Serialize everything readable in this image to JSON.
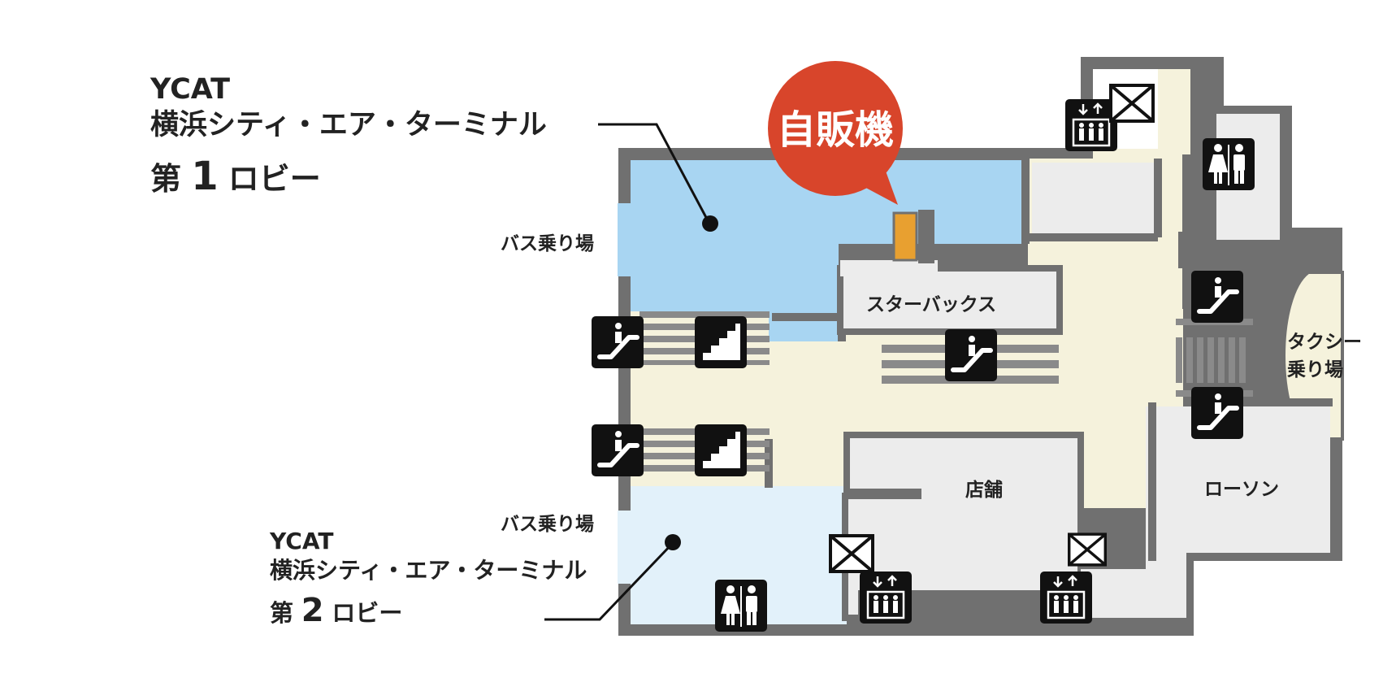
{
  "lobby1": {
    "line1": "YCAT",
    "line2": "横浜シティ・エア・ターミナル",
    "prefix": "第",
    "number": "1",
    "suffix": "ロビー"
  },
  "lobby2": {
    "line1": "YCAT",
    "line2": "横浜シティ・エア・ターミナル",
    "prefix": "第",
    "number": "2",
    "suffix": "ロビー"
  },
  "vending_badge": "自販機",
  "areas": {
    "bus_stop": "バス乗り場",
    "starbucks": "スターバックス",
    "taxi_line1": "タクシー",
    "taxi_line2": "乗り場",
    "shop": "店舗",
    "lawson": "ローソン"
  },
  "icons": {
    "escalator": "escalator-icon",
    "stairs": "stairs-icon",
    "elevator": "elevator-icon",
    "restroom": "restroom-icon",
    "no_entry": "closed-box-icon"
  },
  "colors": {
    "wall": "#707070",
    "lobby1_floor": "#a8d5f2",
    "lobby2_floor": "#e2f1fa",
    "corridor": "#f5f2dc",
    "store_floor": "#ececec",
    "badge": "#d8452b",
    "vending_machine": "#e8a030",
    "icon_bg": "#111111"
  }
}
